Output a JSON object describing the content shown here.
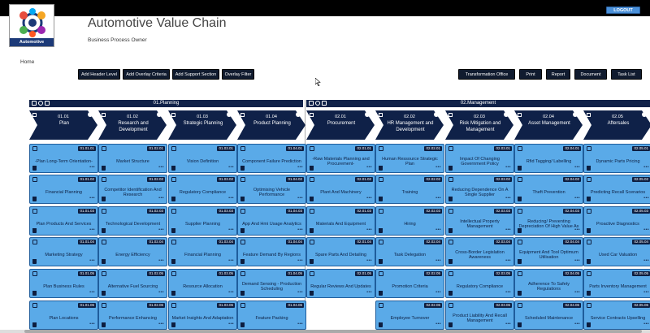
{
  "app": {
    "title": "Automotive Value Chain",
    "subtitle": "Business Process Owner",
    "logo_caption": "Automotive",
    "logout": "LOGOUT",
    "breadcrumb": "Home"
  },
  "toolbar_left": [
    "Add Header Level",
    "Add Overlay Criteria",
    "Add Support Section",
    "Overlay Filter"
  ],
  "toolbar_right": [
    "Transformation Office",
    "Print",
    "Report",
    "Document",
    "Task List"
  ],
  "sections": [
    {
      "label": "01.Planning"
    },
    {
      "label": "02.Management"
    }
  ],
  "columns": [
    {
      "code": "01.01",
      "name": "Plan",
      "cards": [
        {
          "code": "01.01.01",
          "label": "-Plan Long-Term Orientation-"
        },
        {
          "code": "01.01.02",
          "label": "Financial Planning"
        },
        {
          "code": "01.01.03",
          "label": "Plan Products And Services"
        },
        {
          "code": "01.01.04",
          "label": "Marketing Strategy"
        },
        {
          "code": "01.01.05",
          "label": "Plan Business Rules"
        },
        {
          "code": "01.01.06",
          "label": "Plan Locations"
        }
      ]
    },
    {
      "code": "01.02",
      "name": "Research and Development",
      "cards": [
        {
          "code": "01.02.01",
          "label": "Market Structure"
        },
        {
          "code": "01.02.02",
          "label": "Competitor Identification And Research"
        },
        {
          "code": "01.02.03",
          "label": "Technological Development"
        },
        {
          "code": "01.02.04",
          "label": "Energy Efficiency"
        },
        {
          "code": "01.02.05",
          "label": "Alternative Fuel Sourcing"
        },
        {
          "code": "01.02.06",
          "label": "Performance Enhancing"
        }
      ]
    },
    {
      "code": "01.03",
      "name": "Strategic Planning",
      "cards": [
        {
          "code": "01.03.01",
          "label": "Vision Definition"
        },
        {
          "code": "01.03.02",
          "label": "Regulatory Compliance"
        },
        {
          "code": "01.03.03",
          "label": "Supplier Planning"
        },
        {
          "code": "01.03.04",
          "label": "Financial Planning"
        },
        {
          "code": "01.03.05",
          "label": "Resource Allocation"
        },
        {
          "code": "01.03.06",
          "label": "Market Insights And Adaptation"
        }
      ]
    },
    {
      "code": "01.04",
      "name": "Product Planning",
      "cards": [
        {
          "code": "01.04.01",
          "label": "Component Failure Prediction"
        },
        {
          "code": "01.04.02",
          "label": "Optimising Vehicle Performance"
        },
        {
          "code": "01.04.03",
          "label": "App And Hmi Usage Analytics"
        },
        {
          "code": "01.04.04",
          "label": "Feature Demand By Regions"
        },
        {
          "code": "01.04.05",
          "label": "Demand Sensing - Production Scheduling"
        },
        {
          "code": "01.04.06",
          "label": "Feature Packing"
        }
      ]
    },
    {
      "code": "02.01",
      "name": "Procurement",
      "cards": [
        {
          "code": "02.01.01",
          "label": "-Raw Materials Planning and Procurement-"
        },
        {
          "code": "02.01.02",
          "label": "Plant And Machinery"
        },
        {
          "code": "02.01.03",
          "label": "Materials And Equipment"
        },
        {
          "code": "02.01.04",
          "label": "Spare Parts And Detailing"
        },
        {
          "code": "02.01.05",
          "label": "Regular Reviews And Updates"
        }
      ]
    },
    {
      "code": "02.02",
      "name": "HR Management and Development",
      "cards": [
        {
          "code": "02.02.01",
          "label": "Human Ressource Strategic Plan"
        },
        {
          "code": "02.02.02",
          "label": "Training"
        },
        {
          "code": "02.02.03",
          "label": "Hiring"
        },
        {
          "code": "02.02.04",
          "label": "Task Delegation"
        },
        {
          "code": "02.02.05",
          "label": "Promotion Criteria"
        },
        {
          "code": "02.02.06",
          "label": "Employee Turnover"
        }
      ]
    },
    {
      "code": "02.03",
      "name": "Risk Mitigation and Management",
      "cards": [
        {
          "code": "02.03.01",
          "label": "Impact Of Changing Government Policy"
        },
        {
          "code": "02.03.02",
          "label": "Reducing Dependence On A Single Supplier"
        },
        {
          "code": "02.03.03",
          "label": "Intellectual Property Management"
        },
        {
          "code": "02.03.04",
          "label": "Cross-Border Legislation Awareness"
        },
        {
          "code": "02.03.05",
          "label": "Regulatory Compliance"
        },
        {
          "code": "02.03.06",
          "label": "Product Liability And Recall Management"
        }
      ]
    },
    {
      "code": "02.04",
      "name": "Asset Management",
      "cards": [
        {
          "code": "02.04.01",
          "label": "Rfid Tagging/ Labelling"
        },
        {
          "code": "02.04.02",
          "label": "Theft Prevention"
        },
        {
          "code": "02.04.03",
          "label": "Reducing/ Preventing Depreciation Of High Value As"
        },
        {
          "code": "02.04.04",
          "label": "Equipment And Tool Optimum Utilisation"
        },
        {
          "code": "02.04.05",
          "label": "Adherence To Safety Regulations"
        },
        {
          "code": "02.04.06",
          "label": "Scheduled Maintenance"
        }
      ]
    },
    {
      "code": "02.05",
      "name": "Aftersales",
      "cards": [
        {
          "code": "02.05.01",
          "label": "Dynamic Parts Pricing"
        },
        {
          "code": "02.05.02",
          "label": "Predicting Recall Scenarios"
        },
        {
          "code": "02.05.03",
          "label": "Proactive Diagnostics"
        },
        {
          "code": "02.05.04",
          "label": "Used Car Valuation"
        },
        {
          "code": "02.05.05",
          "label": "Parts Inventory Management"
        },
        {
          "code": "02.05.06",
          "label": "Service Contracts Upselling"
        }
      ]
    }
  ]
}
